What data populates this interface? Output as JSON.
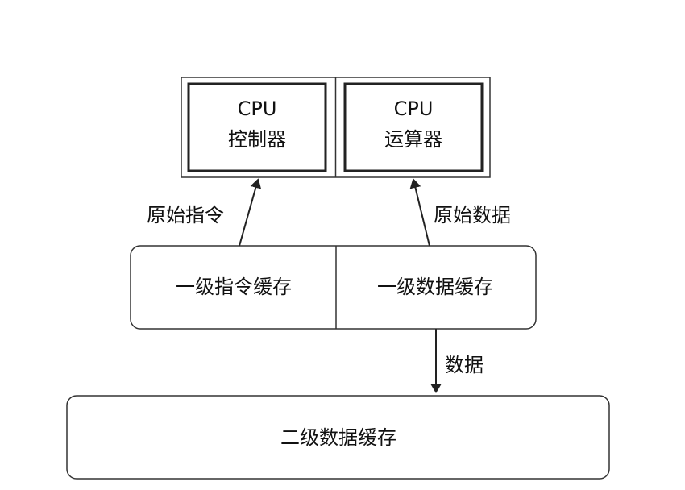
{
  "cpu": {
    "controller": {
      "line1": "CPU",
      "line2": "控制器"
    },
    "alu": {
      "line1": "CPU",
      "line2": "运算器"
    }
  },
  "l1_cache": {
    "instruction": "一级指令缓存",
    "data": "一级数据缓存"
  },
  "l2_cache": {
    "data": "二级数据缓存"
  },
  "edges": {
    "raw_instruction": "原始指令",
    "raw_data": "原始数据",
    "data": "数据"
  }
}
